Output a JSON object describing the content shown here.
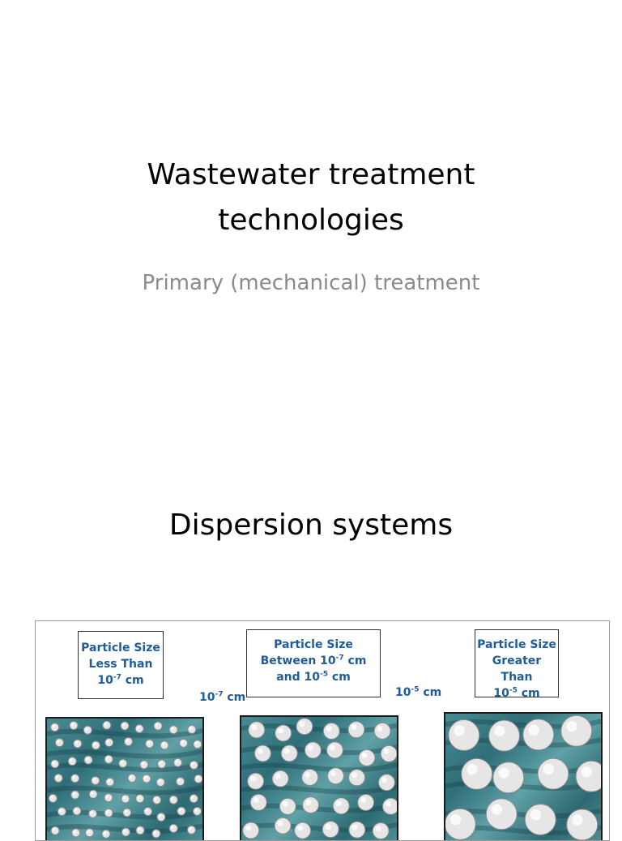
{
  "slide1": {
    "title_line1": "Wastewater treatment",
    "title_line2": "technologies",
    "subtitle": "Primary (mechanical) treatment"
  },
  "slide2": {
    "title": "Dispersion systems"
  },
  "figure": {
    "box1": {
      "line1": "Particle Size",
      "line2": "Less Than",
      "line3_base": "10",
      "line3_exp": "-7",
      "line3_unit": " cm"
    },
    "box2": {
      "line1": "Particle Size",
      "line2_text": "Between 10",
      "line2_exp": "-7",
      "line2_unit": " cm",
      "line3_text": "and 10",
      "line3_exp": "-5",
      "line3_unit": "  cm"
    },
    "box3": {
      "line1": "Particle Size",
      "line2": "Greater Than",
      "line3_base": "10",
      "line3_exp": "-5",
      "line3_unit": " cm"
    },
    "tick1": {
      "base": "10",
      "exp": "-7",
      "unit": " cm"
    },
    "tick2": {
      "base": "10",
      "exp": "-5",
      "unit": " cm"
    },
    "colors": {
      "label_text": "#1f5c9a",
      "water": "#3f8088",
      "particle": "#e8e8e8"
    }
  }
}
